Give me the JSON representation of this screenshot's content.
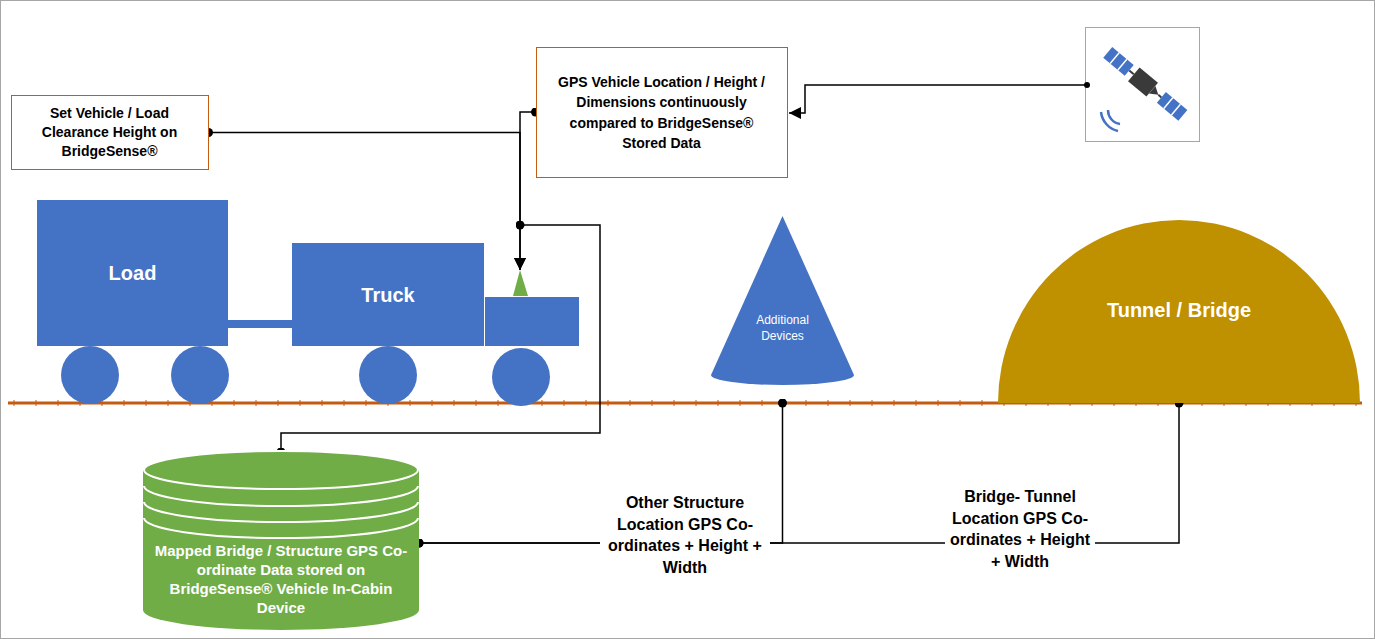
{
  "diagram": {
    "nodes": [
      {
        "text": [
          "Set Vehicle / Load Clearance Height on BridgeSense®"
        ]
      },
      {
        "text": [
          "GPS Vehicle Location / Height / Dimensions continuously compared to BridgeSense® Stored Data"
        ]
      },
      {
        "text": [
          "Load"
        ]
      },
      {
        "text": [
          "Truck"
        ]
      },
      {
        "text": [
          "Additional Devices"
        ]
      },
      {
        "text": [
          "Tunnel / Bridge"
        ]
      },
      {
        "text": [
          "Mapped Bridge / Structure GPS Co- ordinate Data stored on BridgeSense® Vehicle In-Cabin Device"
        ]
      }
    ],
    "edges": [
      {
        "from": 0,
        "to": 3,
        "arrow": "to"
      },
      {
        "from": 1,
        "to": 3,
        "arrow": "to"
      },
      {
        "from": 3,
        "to": 6,
        "arrow": "none"
      },
      {
        "from": 6,
        "to": 4,
        "arrow": "none",
        "label": "Other Structure Location GPS Co- ordinates + Height + Width"
      },
      {
        "from": 6,
        "to": 5,
        "arrow": "none",
        "label": "Bridge- Tunnel Location GPS Co- ordinates + Height + Width"
      }
    ]
  }
}
